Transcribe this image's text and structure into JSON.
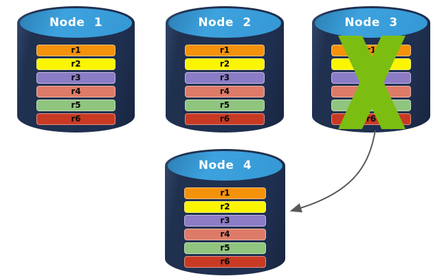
{
  "diagram": {
    "description": "Database replication failover diagram",
    "nodes": [
      {
        "title": "Node 1",
        "failed": false,
        "rows": [
          {
            "label": "r1",
            "color": "#F5920B"
          },
          {
            "label": "r2",
            "color": "#FCF500"
          },
          {
            "label": "r3",
            "color": "#8C7CC6"
          },
          {
            "label": "r4",
            "color": "#DE7B68"
          },
          {
            "label": "r5",
            "color": "#8FC57E"
          },
          {
            "label": "r6",
            "color": "#C83A23"
          }
        ]
      },
      {
        "title": "Node 2",
        "failed": false,
        "rows": [
          {
            "label": "r1",
            "color": "#F5920B"
          },
          {
            "label": "r2",
            "color": "#FCF500"
          },
          {
            "label": "r3",
            "color": "#8C7CC6"
          },
          {
            "label": "r4",
            "color": "#DE7B68"
          },
          {
            "label": "r5",
            "color": "#8FC57E"
          },
          {
            "label": "r6",
            "color": "#C83A23"
          }
        ]
      },
      {
        "title": "Node 3",
        "failed": true,
        "rows": [
          {
            "label": "r1",
            "color": "#F5920B"
          },
          {
            "label": "r2",
            "color": "#FCF500"
          },
          {
            "label": "r3",
            "color": "#8C7CC6"
          },
          {
            "label": "r4",
            "color": "#DE7B68"
          },
          {
            "label": "r5",
            "color": "#8FC57E"
          },
          {
            "label": "r6",
            "color": "#C83A23"
          }
        ]
      },
      {
        "title": "Node 4",
        "failed": false,
        "rows": [
          {
            "label": "r1",
            "color": "#F5920B"
          },
          {
            "label": "r2",
            "color": "#FCF500"
          },
          {
            "label": "r3",
            "color": "#8C7CC6"
          },
          {
            "label": "r4",
            "color": "#DE7B68"
          },
          {
            "label": "r5",
            "color": "#8FC57E"
          },
          {
            "label": "r6",
            "color": "#C83A23"
          }
        ]
      }
    ],
    "arrow": {
      "from": "Node 3",
      "to": "Node 4"
    },
    "colors": {
      "background": "#FFFFFF",
      "cylinder_body": "#1F2F4F",
      "cylinder_top": "#3598D4",
      "title_text": "#FFFFFF",
      "row_text": "#000000",
      "fail_x": "#7CBD11",
      "arrow": "#595959"
    }
  }
}
